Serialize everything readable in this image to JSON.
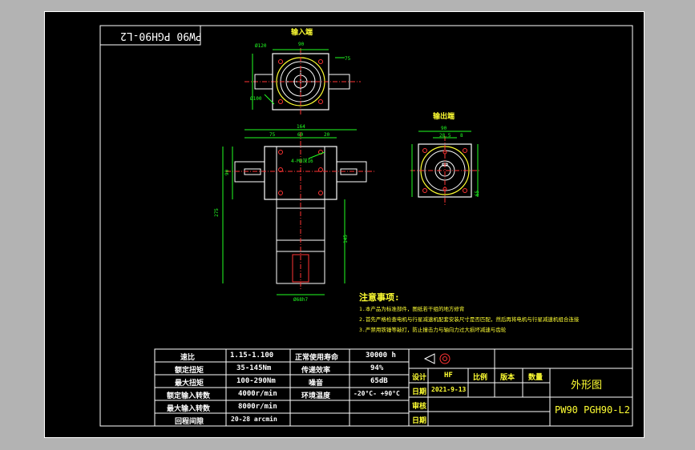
{
  "colors": {
    "frame": "#ffffff",
    "dim": "#22ff22",
    "yellow": "#ffff33",
    "red": "#ff3333",
    "cyan": "#00ffff",
    "background": "#000000",
    "outer": "#b3b3b3"
  },
  "drawing": {
    "corner_stamp": "PW90 PGH90-L2",
    "view_input_label": "输入端",
    "view_output_label": "输出端",
    "dims": {
      "top_width": "90",
      "top_left1": "Ø120",
      "top_left2": "Ø100",
      "top_right": "75",
      "front_total": "164",
      "front_left": "75",
      "front_mid": "60",
      "front_right": "20",
      "front_height": "90",
      "front_overall": "275",
      "front_lower": "145",
      "front_hole": "4-M8深16",
      "front_bottom": "Ø68h7",
      "right_width": "90",
      "right_inner": "28.5",
      "right_key": "8",
      "right_side": "65"
    }
  },
  "notes": {
    "title": "注意事项:",
    "items": [
      "1.本产品为标准部件，图纸若干组的地方修背",
      "2.首先严格检查电机与行星减速机配套安装尺寸是否匹配，然后再将电机与行星减速机组合连接",
      "3.严禁用铁锤等敲打，防止撞击力与轴向力过大损坏减速与齿轮"
    ]
  },
  "specs_left": [
    {
      "label": "速比",
      "value": "1.15-1.100"
    },
    {
      "label": "额定扭矩",
      "value": "35-145Nm"
    },
    {
      "label": "最大扭矩",
      "value": "100-290Nm"
    },
    {
      "label": "额定输入转数",
      "value": "4000r/min"
    },
    {
      "label": "最大输入转数",
      "value": "8000r/min"
    },
    {
      "label": "回程间隙",
      "value": "20-28 arcmin"
    }
  ],
  "specs_right": [
    {
      "label": "正常使用寿命",
      "value": "30000 h"
    },
    {
      "label": "传递效率",
      "value": "94%"
    },
    {
      "label": "噪音",
      "value": "65dB"
    },
    {
      "label": "环境温度",
      "value": "-20°C- +90°C"
    },
    {
      "label": "",
      "value": ""
    },
    {
      "label": "",
      "value": ""
    }
  ],
  "title_block": {
    "design_label": "设计",
    "design_name": "HF",
    "date_label1": "日期",
    "date_value": "2021-9-13",
    "review_label": "审核",
    "date_label2": "日期",
    "mass_label": "比例",
    "edition_label": "版本",
    "quantity_label": "数量",
    "sheet_title": "外形图",
    "model": "PW90 PGH90-L2"
  }
}
